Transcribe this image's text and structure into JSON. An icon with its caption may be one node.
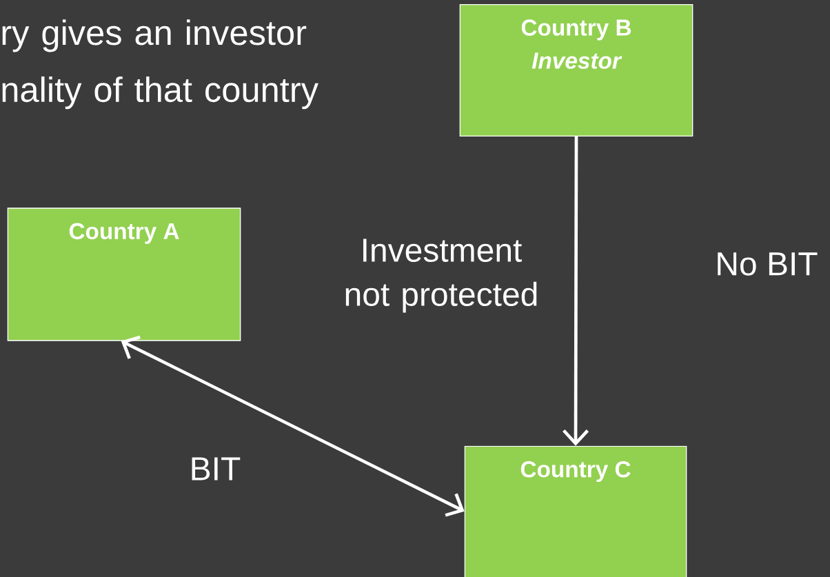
{
  "diagram": {
    "title": "ry gives an investor nality of that country",
    "nodes": [
      {
        "text": [
          "Country A"
        ]
      },
      {
        "text": [
          "Country B",
          "Investor"
        ]
      },
      {
        "text": [
          "Country C"
        ]
      }
    ],
    "edges": [
      {
        "from": 1,
        "to": 2,
        "arrow": "to",
        "label": "No BIT"
      },
      {
        "from": 0,
        "to": 2,
        "arrow": "both",
        "label": "BIT"
      }
    ],
    "labels": [
      "Investment not protected"
    ]
  }
}
